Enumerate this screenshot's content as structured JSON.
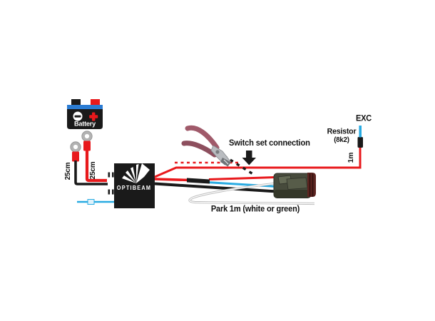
{
  "diagram": {
    "battery": {
      "label": "Battery"
    },
    "wires": {
      "negative_length": "25cm",
      "positive_length": "25cm",
      "resistor_wire_length": "1m",
      "park_label": "Park 1m (white or green)"
    },
    "control_box": {
      "brand": "OPTIBEAM"
    },
    "annotations": {
      "switch_note": "Switch set connection"
    },
    "resistor": {
      "title": "Resistor",
      "value": "(8k2)",
      "terminal_label": "EXC"
    },
    "icons": {
      "pliers": "pliers-icon",
      "battery": "battery-icon",
      "connector": "deutsch-connector-icon",
      "arrow": "down-arrow-icon"
    },
    "colors": {
      "wire_red": "#e8191c",
      "wire_black": "#1a1a1a",
      "wire_blue": "#29abe2",
      "wire_white": "#bdbdbd",
      "battery_bar_blue": "#2b7cd3",
      "ring_gray": "#b3b3b3",
      "connector_body": "#474b3c",
      "connector_tab": "#646a55",
      "connector_seal": "#5c2420",
      "plier_handle": "#a05a6a",
      "plier_handle_dark": "#8d4f5e",
      "plier_metal": "#b9bcc0"
    }
  }
}
